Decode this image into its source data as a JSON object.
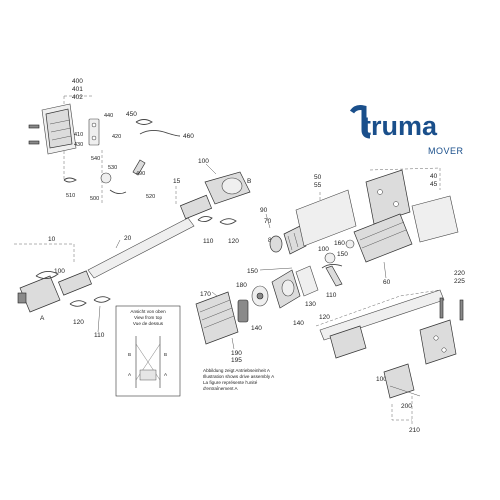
{
  "brand": {
    "logo_text": "truma",
    "product": "MOVER",
    "accent_color": "#1a4f8b"
  },
  "labels": {
    "l400": "400",
    "l401": "401",
    "l402": "402",
    "l440": "440",
    "l410": "410",
    "l420": "420",
    "l430": "430",
    "l450": "450",
    "l460": "460",
    "l540": "540",
    "l530": "530",
    "l490": "490",
    "l510": "510",
    "l500": "500",
    "l520": "520",
    "l100a": "100",
    "l15": "15",
    "lB": "B",
    "l20": "20",
    "l10": "10",
    "l110a": "110",
    "l120a": "120",
    "l100b": "100",
    "lA": "A",
    "l120b": "120",
    "l110b": "110",
    "l90": "90",
    "l70": "70",
    "l80": "80",
    "l50": "50",
    "l55": "55",
    "l40": "40",
    "l45": "45",
    "l100c": "100",
    "l150a": "150",
    "l160": "160",
    "l150b": "150",
    "l180": "180",
    "l170": "170",
    "l140a": "140",
    "l190": "190",
    "l195": "195",
    "l130": "130",
    "l110c": "110",
    "l120c": "120",
    "l140b": "140",
    "l60": "60",
    "l220": "220",
    "l225": "225",
    "l100d": "100",
    "l200": "200",
    "l210": "210"
  },
  "view_box": {
    "line1": "Ansicht von oben",
    "line2": "View from top",
    "line3": "Vue de dessus",
    "mark_B_left": "B",
    "mark_B_right": "B",
    "mark_A_left": "A",
    "mark_A_right": "A"
  },
  "assembly_note": {
    "line1": "Abbildung zeigt Antriebseinheit A",
    "line2": "Illustration shows drive assembly A",
    "line3": "La figure représente l'unité",
    "line4": "d'entraînement A"
  }
}
